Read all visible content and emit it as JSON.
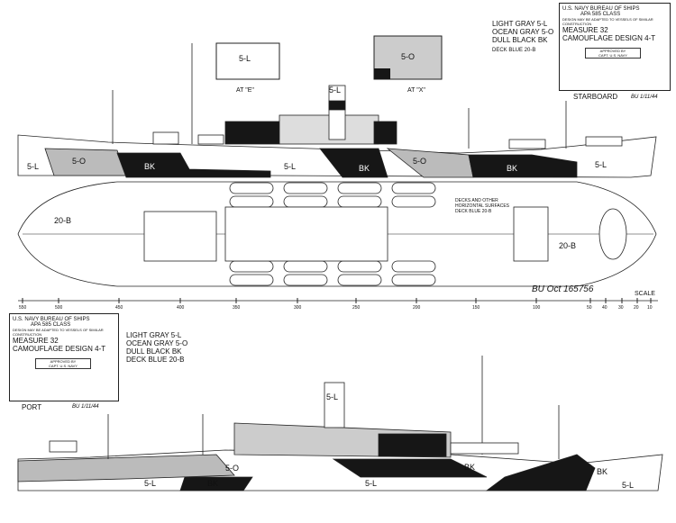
{
  "legend": {
    "light_gray": "LIGHT GRAY 5-L",
    "ocean_gray": "OCEAN GRAY 5-O",
    "dull_black": "DULL BLACK BK",
    "deck_blue": "DECK BLUE 20-B"
  },
  "title_block": {
    "agency": "U.S. NAVY  BUREAU OF SHIPS",
    "ship_class": "APA 585 CLASS",
    "note": "DESIGN MAY BE ADAPTED TO VESSELS OF SIMILAR CONSTRUCTION",
    "measure": "MEASURE 32",
    "design": "CAMOUFLAGE DESIGN 4-T",
    "approved": "APPROVED BY",
    "approver_title": "CAPT. U.S. NAVY"
  },
  "views": {
    "starboard": "STARBOARD",
    "port": "PORT",
    "date_starboard": "BU 1/11/44",
    "date_port": "BU 1/11/44",
    "section_e": "AT \"E\"",
    "section_x": "AT \"X\"",
    "drawing_number": "BU Oct 165756",
    "deck_note": "DECKS AND OTHER HORIZONTAL SURFACES DECK BLUE 20-B"
  },
  "colors": {
    "light_gray": "#ffffff",
    "ocean_gray": "#b9b9b9",
    "dull_black": "#161616",
    "deck_blue": "#f4f4f4"
  },
  "paint_codes": {
    "l": "5-L",
    "o": "5-O",
    "bk": "BK",
    "b": "20-B"
  },
  "scale": {
    "label": "SCALE",
    "ticks": [
      "550",
      "500",
      "450",
      "400",
      "350",
      "300",
      "250",
      "200",
      "150",
      "100",
      "50",
      "40",
      "30",
      "20",
      "10"
    ]
  }
}
